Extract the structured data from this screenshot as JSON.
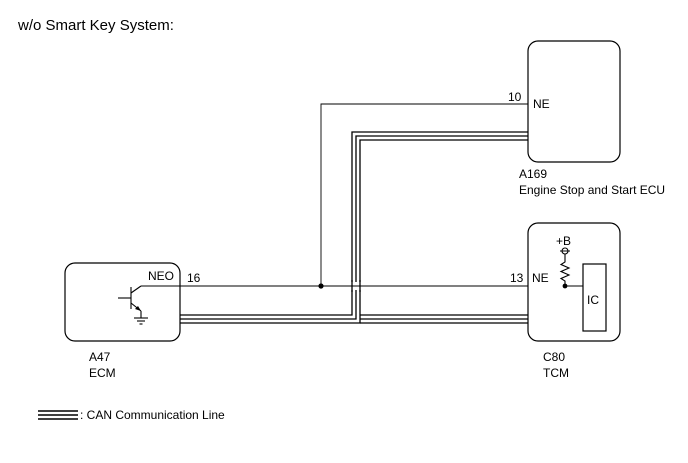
{
  "title": "w/o Smart Key System:",
  "components": {
    "ecu": {
      "code": "A169",
      "name": "Engine Stop and Start ECU",
      "pin_label": "NE",
      "pin_number": "10"
    },
    "ecm": {
      "code": "A47",
      "name": "ECM",
      "pin_label": "NEO",
      "pin_number": "16"
    },
    "tcm": {
      "code": "C80",
      "name": "TCM",
      "pin_label": "NE",
      "pin_number": "13",
      "supply_label": "+B",
      "chip_label": "IC"
    }
  },
  "legend": {
    "label": ": CAN Communication Line"
  }
}
